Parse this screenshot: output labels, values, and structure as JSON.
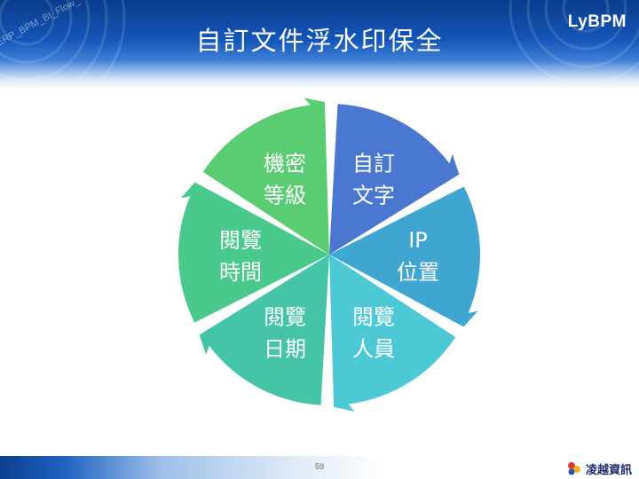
{
  "header": {
    "title": "自訂文件浮水印保全",
    "brand": "LyBPM",
    "watermark": "ERP_BPM_BI_Flow_"
  },
  "diagram": {
    "segments": [
      {
        "line1": "自訂",
        "line2": "文字",
        "color": "#4a78d0"
      },
      {
        "line1": "IP",
        "line2": "位置",
        "color": "#3fa6d2"
      },
      {
        "line1": "閱覽",
        "line2": "人員",
        "color": "#4cc9d4"
      },
      {
        "line1": "閱覽",
        "line2": "日期",
        "color": "#45c4a8"
      },
      {
        "line1": "閱覽",
        "line2": "時間",
        "color": "#4ac98c"
      },
      {
        "line1": "機密",
        "line2": "等級",
        "color": "#5acc72"
      }
    ]
  },
  "footer": {
    "page_number": "59",
    "logo_text": "凌越資訊"
  }
}
